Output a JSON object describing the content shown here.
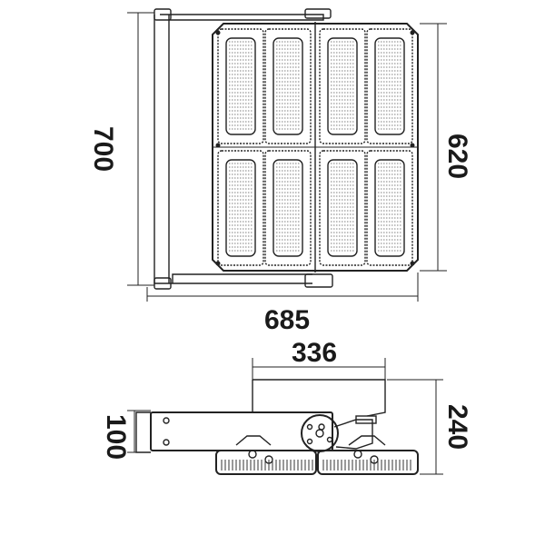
{
  "front_view": {
    "overall_height_label": "700",
    "panel_height_label": "620",
    "overall_width_label": "685",
    "module_rows": 2,
    "module_cols": 4
  },
  "side_view": {
    "top_width_label": "336",
    "bracket_height_label": "100",
    "overall_height_label": "240"
  },
  "colors": {
    "line": "#222222",
    "background": "#ffffff"
  }
}
